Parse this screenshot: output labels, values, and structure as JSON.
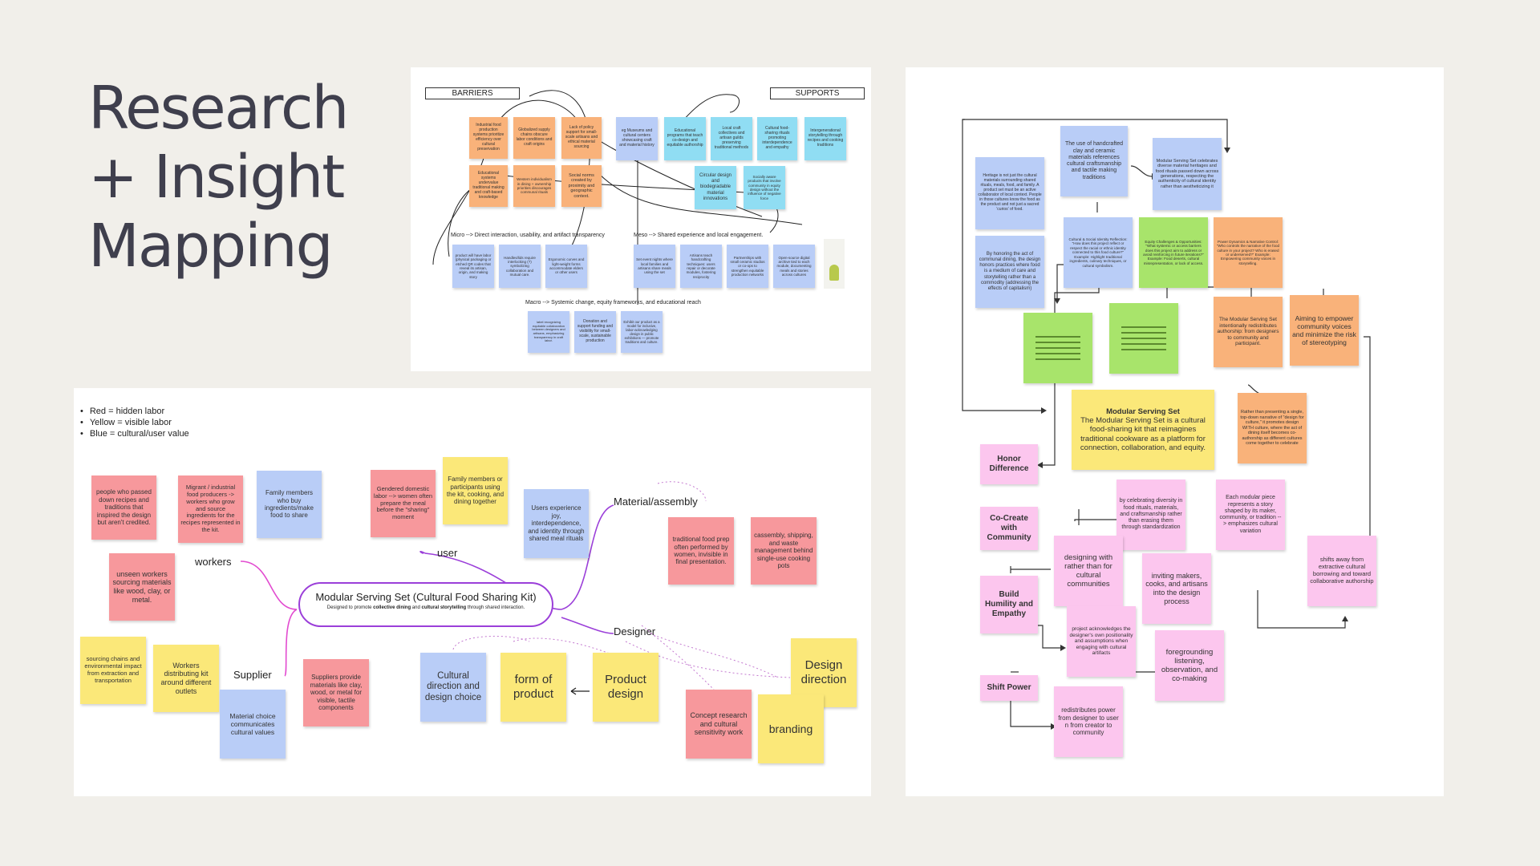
{
  "title": [
    "Research",
    "+ Insight",
    "Mapping"
  ],
  "barriers_panel": {
    "barriers_label": "BARRIERS",
    "supports_label": "SUPPORTS",
    "micro_label": "Micro -->  Direct interaction, usability, and artifact transparency",
    "meso_label": "Meso --> Shared experience and local engagement.",
    "macro_label": "Macro --> Systemic change, equity frameworks, and educational reach",
    "orange_notes": [
      "Industrial food production systems prioritize efficiency over cultural preservation",
      "Globalized supply chains obscure labor conditions and craft origins",
      "Lack of policy support for small-scale artisans and ethical material sourcing",
      "Educational systems undervalue traditional making and craft-based knowledge",
      "Western individualism in dining + ownership priorities discourages communal rituals",
      "Social norms created by proximity and geographic context."
    ],
    "blue_notes": [
      "eg Museums and cultural centers showcasing craft and material history",
      "Educational programs that teach co-design and equitable authorship",
      "Local craft collectives and artisan guilds preserving traditional methods",
      "Cultural food-sharing rituals promoting interdependence and empathy",
      "Intergenerational storytelling through recipes and cooking traditions",
      "product will have labor (physical packaging or etched QR codes that reveal its artisan, origin, and making story",
      "Handles/lids require interlocking (?) symbolizing collaboration and mutual care.",
      "Ergonomic curves and light-weight forms accommodate elders or other users",
      "Set event nights where local families and artisans share meals using the set",
      "Artisans teach handcrafting techniques: users repair or decorate modules, fostering reciprocity",
      "Partnerships with small ceramic studios or co-ops to strengthen equitable production networks",
      "Open-source digital archive tied to each module, documenting meals and stories across cultures",
      "label recognizing equitable collaboration between designers and artisans, emphasizing transparency in craft labor.",
      "Donation and support funding and visibility for small-scale, sustainable production",
      "Exhibit our product as a model for inclusive, labor-acknowledging design in public exhibitions — promote traditions and culture."
    ],
    "cyan_notes": [
      "Circular design and biodegradable material innovations",
      "Socially aware products that involve community in equity design without the influence of negative force"
    ]
  },
  "mindmap": {
    "legend": [
      "Red = hidden labor",
      "Yellow = visible labor",
      "Blue = cultural/user value"
    ],
    "center_title": "Modular Serving Set (Cultural Food Sharing Kit)",
    "center_sub_prefix": "Designed to promote ",
    "center_sub_b1": "collective dining",
    "center_sub_mid": " and ",
    "center_sub_b2": "cultural storytelling",
    "center_sub_suffix": " through shared interaction.",
    "branches": {
      "workers": "workers",
      "user": "user",
      "supplier": "Supplier",
      "designer": "Designer",
      "material": "Material/assembly"
    },
    "notes": {
      "n1": "people who passed down recipes and traditions that inspired the design but aren't credited.",
      "n2": "Migrant / industrial food producers -> workers who grow and source ingredients for the recipes represented in the kit.",
      "n3": "Family members who buy ingredients/make food to share",
      "n4": "unseen workers sourcing materials like wood, clay, or metal.",
      "n5": "Gendered domestic labor --> women often prepare the meal before the \"sharing\" moment",
      "n6": "Family members or participants using the kit, cooking, and dining together",
      "n7": "Users experience joy, interdependence, and identity through shared meal rituals",
      "n8": "traditional food prep often performed by women, invisible in final presentation.",
      "n9": "cassembly, shipping, and waste management behind single-use cooking pots",
      "n10": "sourcing chains and environmental impact from extraction and transportation",
      "n11": "Workers distributing kit around different outlets",
      "n12": "Material choice communicates cultural values",
      "n13": "Suppliers provide materials like clay, wood, or metal for visible, tactile components",
      "n14": "Cultural direction and design choice",
      "n15": "form of product",
      "n16": "Product design",
      "n17": "Concept research and cultural sensitivity work",
      "n18": "Design direction",
      "n19": "branding"
    }
  },
  "right_panel": {
    "blue_notes": [
      "Heritage is not just the cultural materials surrounding shared rituals, meals, food, and family. A product set must be an active collaborator of local context. People in those cultures know the food as the product and not just a sacred 'curios' of food.",
      "The use of handcrafted clay and ceramic materials references cultural craftsmanship and tactile making traditions",
      "Modular Serving Set celebrates diverse material heritages and food rituals passed down across generations, respecting the authenticity of cultural identity rather than aestheticizing it",
      "By honoring the act of communal dining, the design honors practices where food is a medium of care and storytelling rather than a commodity (addressing the effects of capitalism)",
      "Cultural & Social Identity Reflection: \"How does this project reflect or respect the racial or ethnic identity connected to this food culture?\" Example: Highlight traditional ingredients, culinary techniques, or cultural symbolism."
    ],
    "green_note": "Equity Challenges & Opportunities: \"What systemic or access barriers does this project aim to address or avoid reinforcing in future iterations?\" Example: Food deserts, cultural misrepresentation, or lack of access.",
    "orange_notes": [
      "Power Dynamics & Narrative Control: \"Who controls the narrative of the food culture in your project? Who is erased or underserved?\" Example: Empowering community voices in storytelling.",
      "The Modular Serving Set intentionally redistributes authorship: from designers to community and participant.",
      "Aiming to empower community voices and minimize the risk of stereotyping",
      "Rather than presenting a single, top-down narrative of \"design for culture,\" it promotes design WITH culture, where the act of dining itself becomes co-authorship as different cultures come together to celebrate"
    ],
    "yellow_title": "Modular Serving Set",
    "yellow_body": "The Modular Serving Set is a cultural food-sharing kit that reimagines traditional cookware as a platform for connection, collaboration, and equity.",
    "principles": [
      "Honor Difference",
      "Co-Create with Community",
      "Build Humility and Empathy",
      "Shift Power"
    ],
    "pink_notes": [
      "by celebrating diversity in food rituals, materials, and craftsmanship rather than erasing them through standardization",
      "Each modular piece represents a story shaped by its maker, community, or tradition --> emphasizes cultural variation",
      "designing with rather than for cultural communities",
      "inviting makers, cooks, and artisans into the design process",
      "shifts away from extractive cultural borrowing and toward collaborative authorship",
      "project acknowledges the designer's own positionality and assumptions when engaging with cultural artifacts",
      "foregrounding listening, observation, and co-making",
      "redistributes power from designer to user n from creator to community"
    ]
  }
}
